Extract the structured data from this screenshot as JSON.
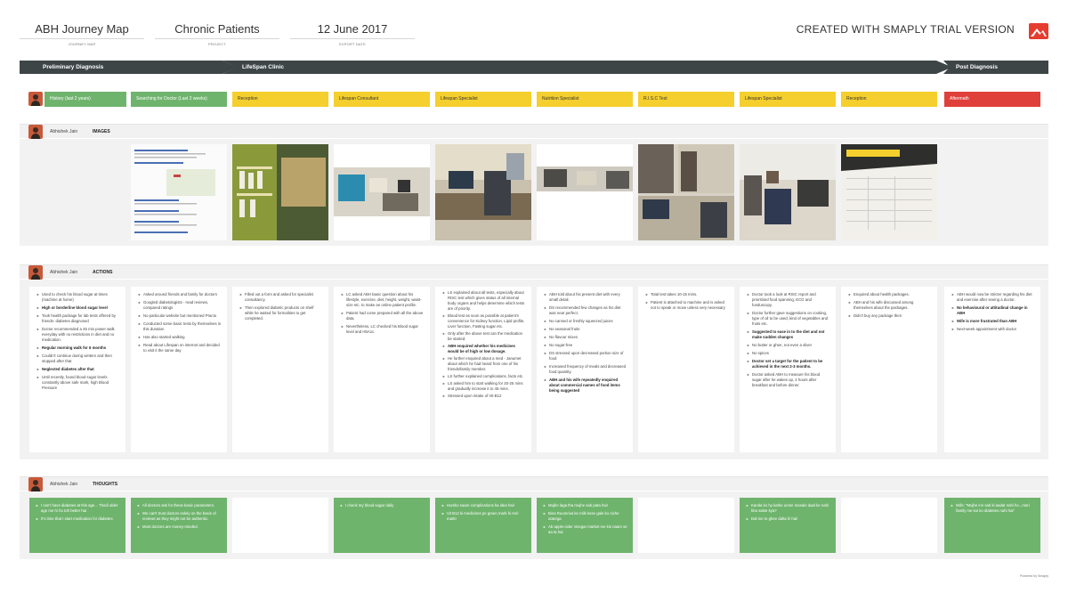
{
  "header": {
    "journey_map": {
      "value": "ABH Journey Map",
      "label": "JOURNEY MAP"
    },
    "project": {
      "value": "Chronic Patients",
      "label": "PROJECT"
    },
    "export_date": {
      "value": "12 June 2017",
      "label": "EXPORT DATE"
    },
    "trial_notice": "CREATED WITH SMAPLY TRIAL VERSION"
  },
  "stages": [
    "Preliminary Diagnosis",
    "LifeSpan Clinic",
    "Post Diagnosis"
  ],
  "steps": [
    {
      "label": "History (last 2 years)",
      "color": "#6fb46d"
    },
    {
      "label": "Searching for Doctor (Last 2 weeks)",
      "color": "#6fb46d"
    },
    {
      "label": "Reception",
      "color": "#f5cf2d"
    },
    {
      "label": "Lifespan Consultant",
      "color": "#f5cf2d"
    },
    {
      "label": "Lifespan Specialist",
      "color": "#f5cf2d"
    },
    {
      "label": "Nutrition Specialist",
      "color": "#f5cf2d"
    },
    {
      "label": "R.I.S.C Test",
      "color": "#f5cf2d"
    },
    {
      "label": "Lifespan Specialist",
      "color": "#f5cf2d"
    },
    {
      "label": "Reception",
      "color": "#f5cf2d"
    },
    {
      "label": "Aftermath",
      "color": "#e0403a"
    }
  ],
  "lanes": {
    "images": {
      "persona": "Abhishek Jain",
      "type": "IMAGES"
    },
    "actions": {
      "persona": "Abhishek Jain",
      "type": "ACTIONS",
      "columns": [
        [
          "Used to check his blood sugar at times (machine at home)",
          "High or borderline blood sugar level",
          "Took health package for lab tests offered by friends- diabetes diagnosed",
          "Doctor recommended a 45 min power walk everyday with no restrictions in diet and no medication.",
          "Regular morning walk for 6 months",
          "Couldn't continue during winters and then stopped after that",
          "Neglected diabetes after that",
          "Until recently, found blood sugar levels constantly above safe mark, high Blood Pressure"
        ],
        [
          "Asked around friends and family for doctors",
          "Googled diabetologists - read reviews, compared ratings",
          "No particular website but mentioned Practo",
          "Conducted some basic tests by themselves in this duration",
          "Has also started walking",
          "Read about Lifespan on internet and decided to visit it the same day"
        ],
        [
          "Filled out a form and asked for specialist consultancy.",
          "Then explored diabetic products on shelf while he waited for formalities to get completed."
        ],
        [
          "LC asked ABH basic question about his lifestyle, exercise, diet, height, weight, waist-size etc. to make an online patient profile.",
          "Patient had come prepared with all the above data.",
          "Nevertheless, LC checked his Blood sugar level and HbA1c."
        ],
        [
          "LS explained about all tests, especially about RISC test which gives status of all internal body organs and helps determine which tests are of priority.",
          "Blood test as soon as possible at patient's convenience for Kidney function, Lipid profile, Liver function, Fasting sugar etc.",
          "Only after the above test can the medication be started.",
          "ABH enquired whether his medicines would be of high or low dosage.",
          "He further enquired about a med - Janumet about which he had heard from one of his friends/family member.",
          "LS further explained complications, facts etc.",
          "LS asked him to start walking for 20-25 mins and gradually increase it to 45 mins.",
          "Stressed upon intake of Vit-B12"
        ],
        [
          "ABH told about his present diet with every small detail.",
          "DS recommended few changes as his diet was near perfect.",
          "No canned or freshly squeezed juices",
          "No seasonal fruits",
          "No flavour mixes",
          "No sugar-free",
          "DS stressed upon decreased portion size of food",
          "Increased frequency of meals and decreased food quantity.",
          "ABH and his wife repeatedly enquired about commercial names of food items being suggested"
        ],
        [
          "Total test takes 10-15 mins.",
          "Patient is attached to machine and is asked not to speak or move unless very necessary"
        ],
        [
          "Doctor took a look at RISC report and prioritised food spanning, ECG and funduscopy.",
          "Doctor further gave suggestions on cooking, type of oil to be used, kind of vegetables and fruits etc.",
          "Suggested to ease in to the diet and not make sudden changes",
          "No butter or ghee, not even a sliver",
          "No spices",
          "Doctor set a target for the patient to be achieved in the next 2-3 months.",
          "Doctor asked ABH to measure his blood sugar after he wakes up, 2 hours after breakfast and before dinner."
        ],
        [
          "Enquired about health packages.",
          "ABH and his wife discussed among themselves about the packages.",
          "Didn't buy any package then"
        ],
        [
          "ABH would now be stricter regarding his diet and exercise after seeing a doctor.",
          "No behavioural or attitudinal change in ABH",
          "Wife is more frustrated than ABH",
          "Next-week appointment with doctor"
        ]
      ]
    },
    "thoughts": {
      "persona": "Abhishek Jain",
      "type": "THOUGHTS",
      "columns": [
        [
          "I can't have diabetes at this age... Thodi older age me hi ho toh better hai",
          "It's time that I start medication for diabetes"
        ],
        [
          "All doctors ask for these basic parameters.",
          "We can't trust doctors solely on the basis of reviews as they might not be authentic.",
          "Most doctors are money-minded."
        ],
        [],
        [
          "I check my blood sugar daily"
        ],
        [
          "Humko saare complications ka idea hai!",
          "Vit B12 ki medicines pe green mark hi red-mark!"
        ],
        [
          "Mujhe laga tha mujhe sab pata hai!",
          "Bina Ruumriva ke milk kese gale ko niche utarega",
          "Ab apple-cider vinegar market me kis naam se aa ta hai"
        ],
        [],
        [
          "Kanda ko hy karke unme masale daal ke nahi kha sakte kya?",
          "Dal me to ghee dalta hi hai!"
        ],
        [],
        [
          "Wife: \"Mujhe inn sab ki aadat nahi ho...meri family me koi ko diabetes nahi hai\""
        ]
      ]
    }
  },
  "footer": "Powered by Smaply"
}
